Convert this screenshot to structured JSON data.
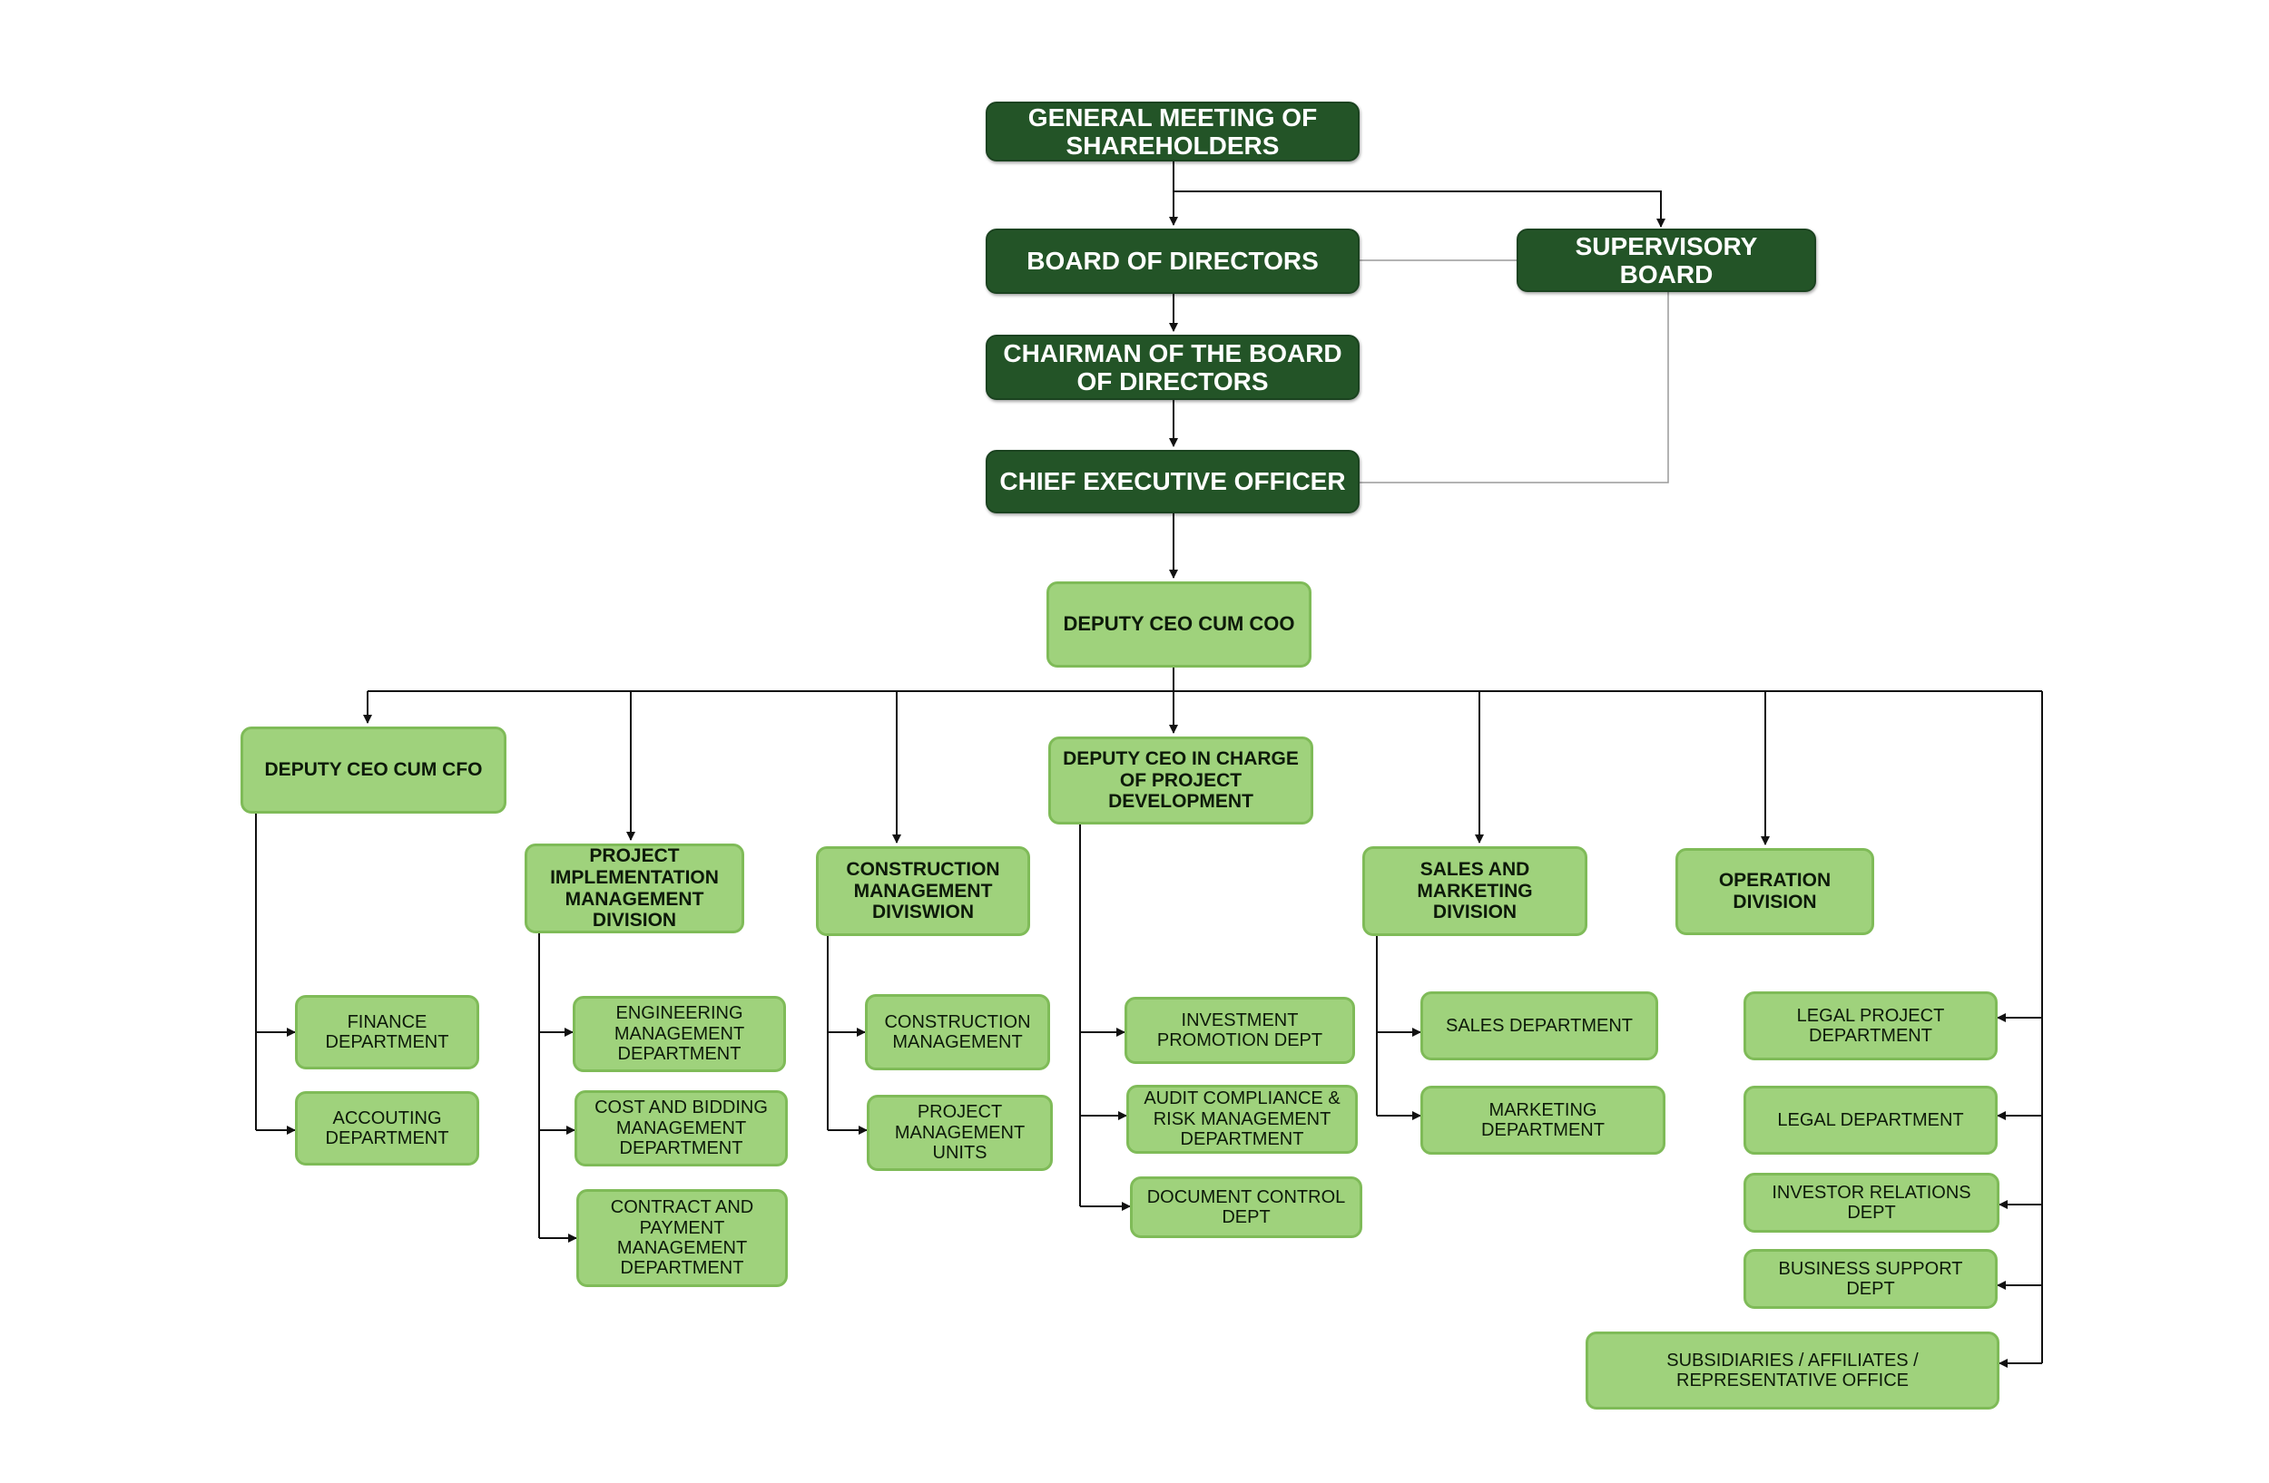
{
  "colors": {
    "dark_box": "#235427",
    "light_box": "#9fd27c",
    "light_border": "#7fbb58",
    "line": "#111111",
    "dotted_line": "#9a9a9a"
  },
  "nodes": {
    "general_meeting": "GENERAL MEETING OF SHAREHOLDERS",
    "board_of_directors": "BOARD OF DIRECTORS",
    "supervisory_board": "SUPERVISORY BOARD",
    "chairman": "CHAIRMAN OF THE BOARD OF DIRECTORS",
    "ceo": "CHIEF EXECUTIVE OFFICER",
    "deputy_coo": "DEPUTY CEO CUM COO",
    "deputy_cfo": "DEPUTY CEO CUM CFO",
    "project_implementation": "PROJECT IMPLEMENTATION MANAGEMENT DIVISION",
    "construction_division": "CONSTRUCTION MANAGEMENT DIVISWION",
    "deputy_project_dev": "DEPUTY CEO IN CHARGE OF PROJECT DEVELOPMENT",
    "sales_marketing_division": "SALES AND MARKETING DIVISION",
    "operation_division": "OPERATION DIVISION",
    "finance_dept": "FINANCE DEPARTMENT",
    "accounting_dept": "ACCOUTING DEPARTMENT",
    "engineering_dept": "ENGINEERING MANAGEMENT DEPARTMENT",
    "cost_bidding_dept": "COST AND BIDDING MANAGEMENT DEPARTMENT",
    "contract_payment_dept": "CONTRACT AND PAYMENT MANAGEMENT DEPARTMENT",
    "construction_mgmt": "CONSTRUCTION MANAGEMENT",
    "project_units": "PROJECT MANAGEMENT UNITS",
    "investment_promotion": "INVESTMENT PROMOTION DEPT",
    "audit_compliance": "AUDIT COMPLIANCE & RISK MANAGEMENT DEPARTMENT",
    "document_control": "DOCUMENT CONTROL DEPT",
    "sales_dept": "SALES DEPARTMENT",
    "marketing_dept": "MARKETING DEPARTMENT",
    "legal_project_dept": "LEGAL PROJECT DEPARTMENT",
    "legal_dept": "LEGAL DEPARTMENT",
    "investor_relations": "INVESTOR RELATIONS DEPT",
    "business_support": "BUSINESS SUPPORT DEPT",
    "subsidiaries": "SUBSIDIARIES / AFFILIATES / REPRESENTATIVE OFFICE"
  }
}
